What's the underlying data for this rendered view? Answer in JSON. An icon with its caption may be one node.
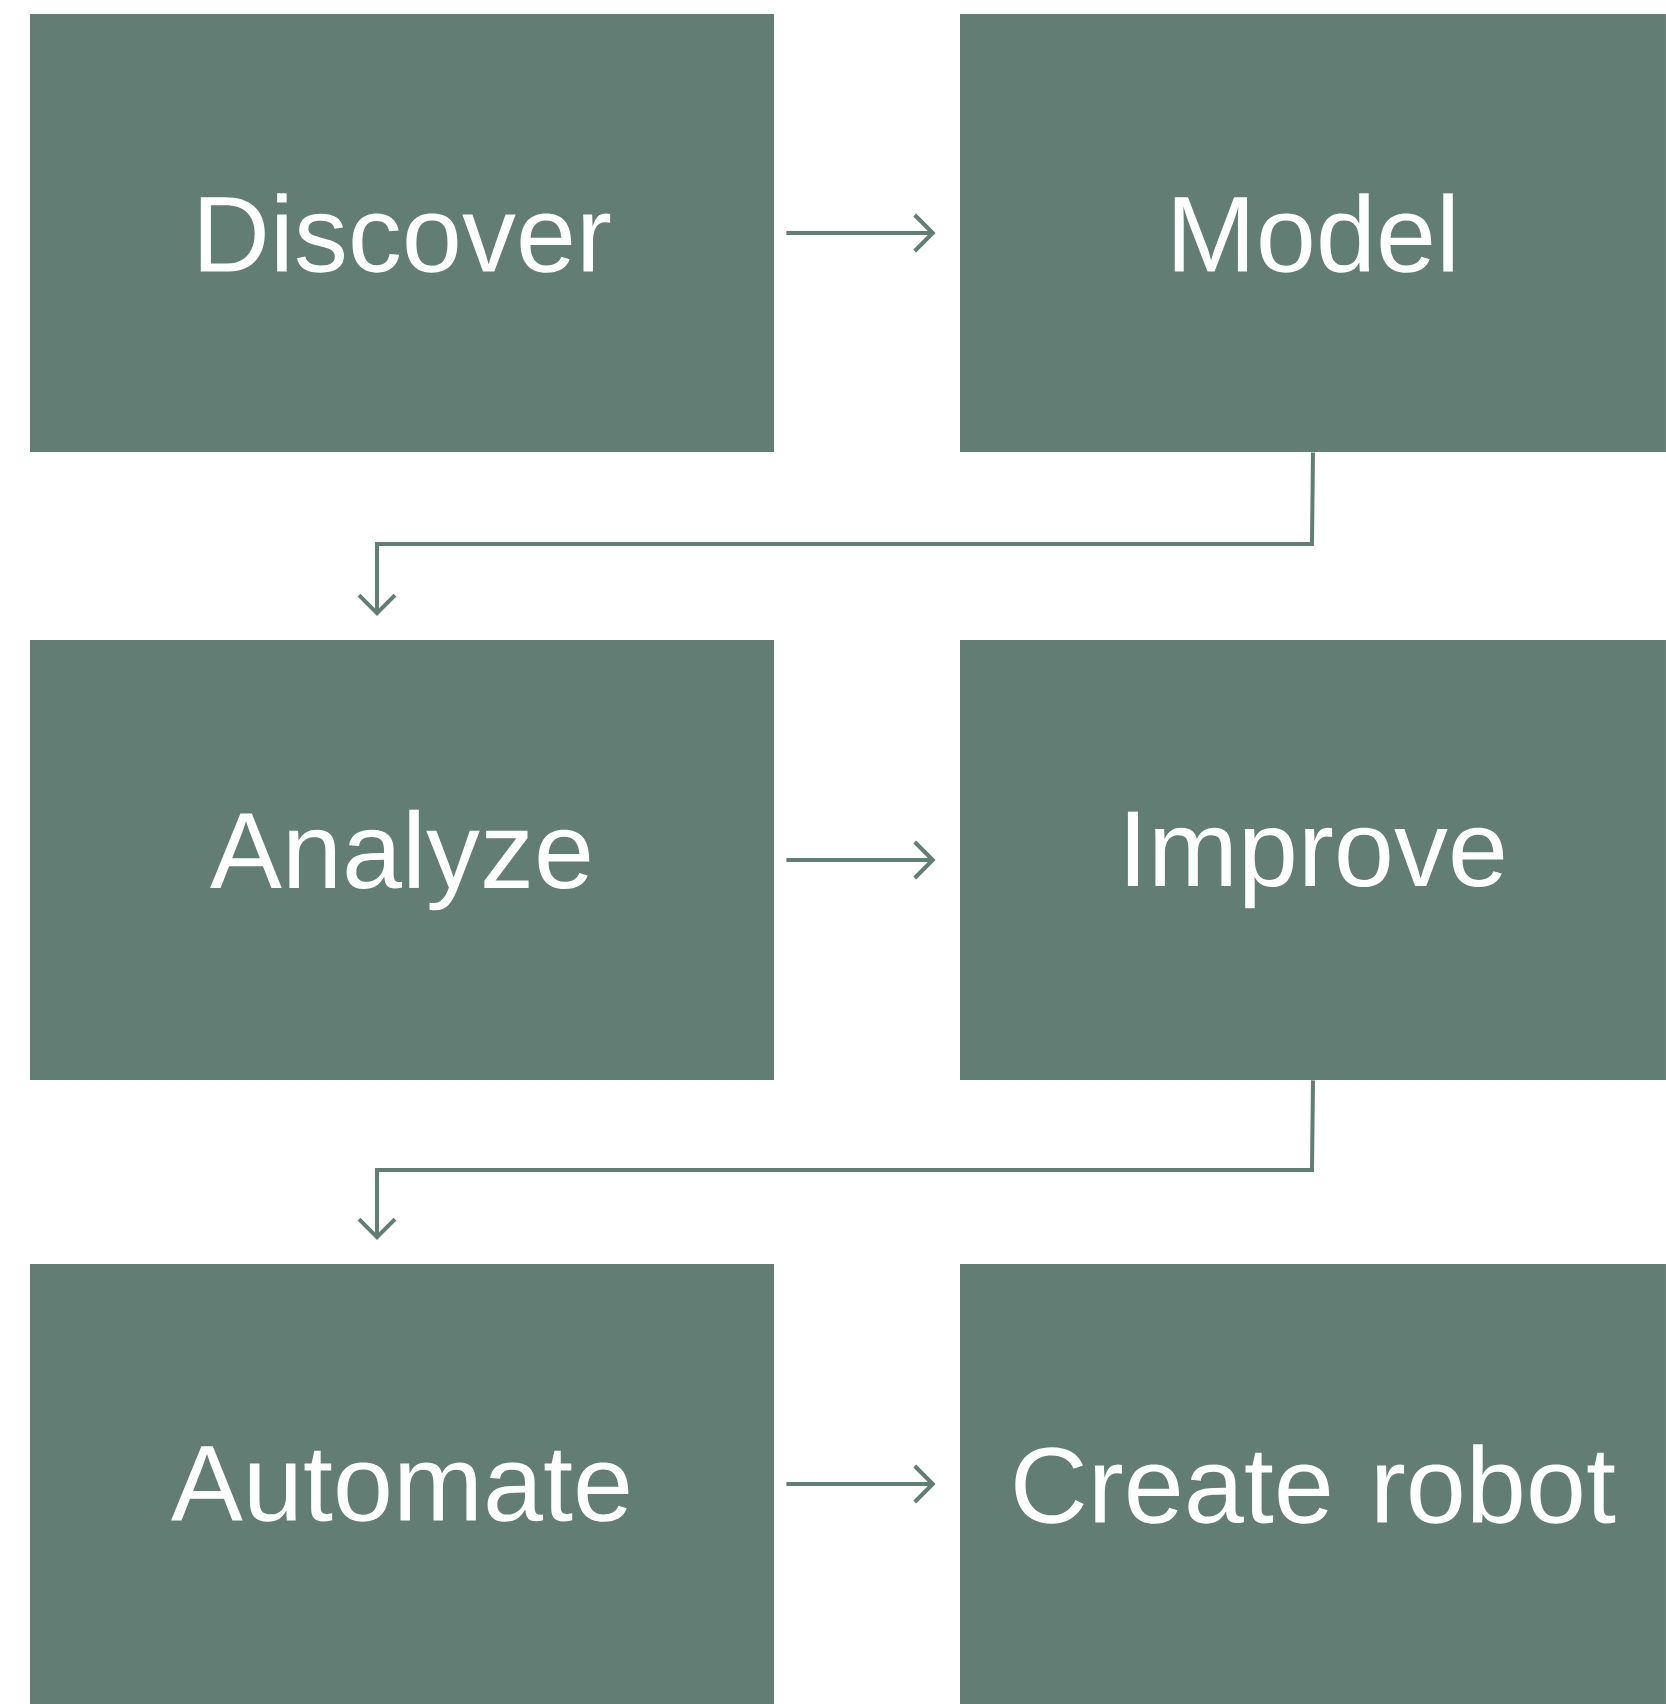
{
  "diagram": {
    "nodes": [
      {
        "text": [
          "Discover"
        ]
      },
      {
        "text": [
          "Model"
        ]
      },
      {
        "text": [
          "Analyze"
        ]
      },
      {
        "text": [
          "Improve"
        ]
      },
      {
        "text": [
          "Automate"
        ]
      },
      {
        "text": [
          "Create robot"
        ]
      }
    ],
    "edges": [
      {
        "from": 0,
        "to": 1,
        "arrow": "to"
      },
      {
        "from": 1,
        "to": 2,
        "arrow": "to"
      },
      {
        "from": 2,
        "to": 3,
        "arrow": "to"
      },
      {
        "from": 3,
        "to": 4,
        "arrow": "to"
      },
      {
        "from": 4,
        "to": 5,
        "arrow": "to"
      }
    ]
  }
}
